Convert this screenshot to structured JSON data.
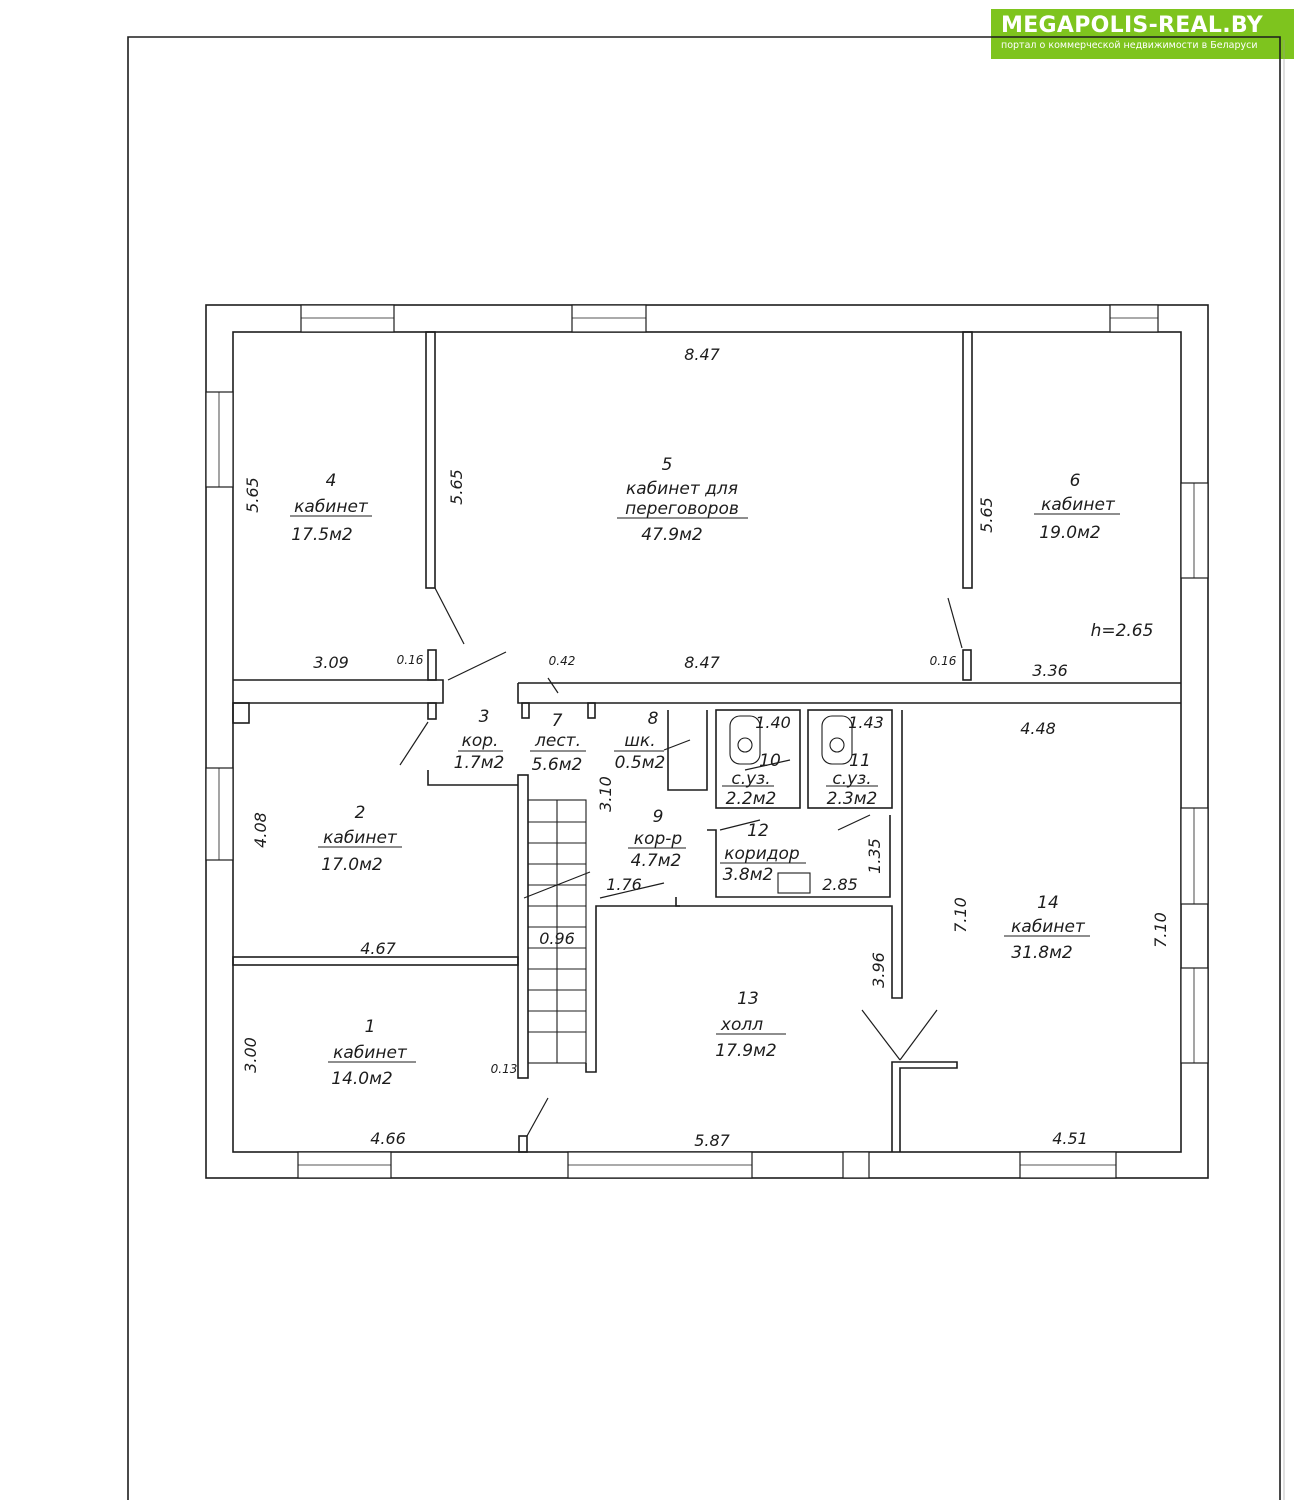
{
  "logo": {
    "name": "MEGAPOLIS-REAL.BY",
    "tagline": "портал о коммерческой недвижимости в Беларуси"
  },
  "colors": {
    "logo_bg": "#7ec41e",
    "line": "#1d1d1d",
    "paper": "#ffffff"
  },
  "ceiling_height": "h=2.65",
  "rooms": [
    {
      "number": "1",
      "name": "кабинет",
      "area": "14.0м2"
    },
    {
      "number": "2",
      "name": "кабинет",
      "area": "17.0м2"
    },
    {
      "number": "3",
      "name": "кор.",
      "area": "1.7м2"
    },
    {
      "number": "4",
      "name": "кабинет",
      "area": "17.5м2"
    },
    {
      "number": "5",
      "name": "кабинет для",
      "name2": "переговоров",
      "area": "47.9м2"
    },
    {
      "number": "6",
      "name": "кабинет",
      "area": "19.0м2"
    },
    {
      "number": "7",
      "name": "лест.",
      "area": "5.6м2"
    },
    {
      "number": "8",
      "name": "шк.",
      "area": "0.5м2"
    },
    {
      "number": "9",
      "name": "кор-р",
      "area": "4.7м2"
    },
    {
      "number": "10",
      "name": "с.уз.",
      "area": "2.2м2"
    },
    {
      "number": "11",
      "name": "с.уз.",
      "area": "2.3м2"
    },
    {
      "number": "12",
      "name": "коридор",
      "area": "3.8м2"
    },
    {
      "number": "13",
      "name": "холл",
      "area": "17.9м2"
    },
    {
      "number": "14",
      "name": "кабинет",
      "area": "31.8м2"
    }
  ],
  "dimensions": {
    "r5_top": "8.47",
    "r5_bottom": "8.47",
    "r4_h": "5.65",
    "r5_left_h": "5.65",
    "r6_h": "5.65",
    "r4_bottom": "3.09",
    "r6_bottom": "3.36",
    "wall_016_a": "0.16",
    "wall_042": "0.42",
    "wall_016_b": "0.16",
    "r14_top": "4.48",
    "r2_h": "4.08",
    "r2_bottom": "4.67",
    "r9_h": "3.10",
    "r9_w": "1.76",
    "r10_w": "1.40",
    "r11_w": "1.43",
    "r12_h": "1.35",
    "r12_w": "2.85",
    "stair_w": "0.96",
    "r14_h_in": "7.10",
    "r14_h_out": "7.10",
    "r13_h": "3.96",
    "r1_h": "3.00",
    "wall_013": "0.13",
    "r1_bottom": "4.66",
    "r13_bottom": "5.87",
    "r14_bottom": "4.51"
  }
}
